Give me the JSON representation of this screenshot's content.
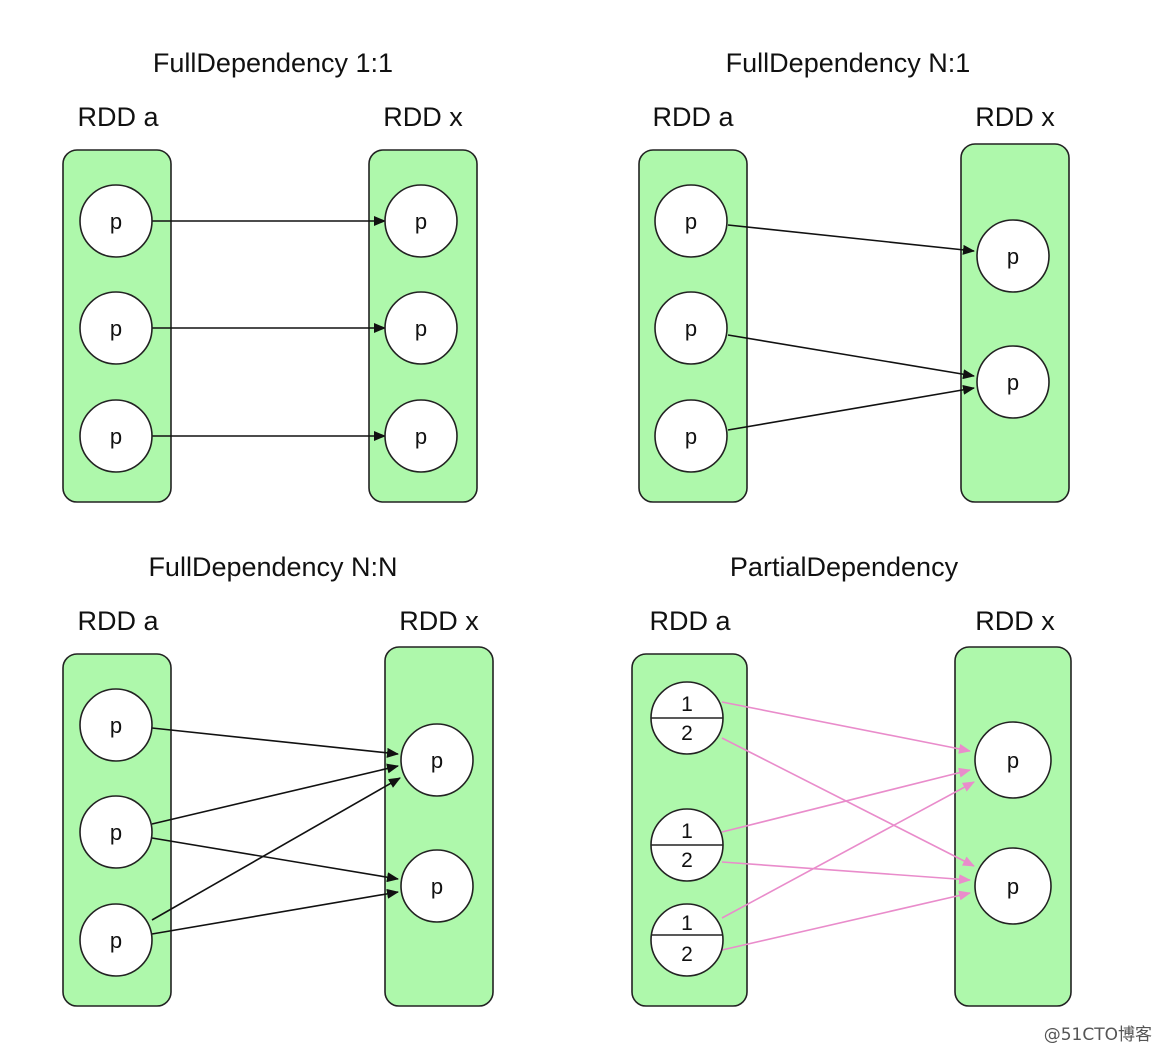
{
  "panels": [
    {
      "id": "full-1-1",
      "title": "FullDependency 1:1",
      "left_label": "RDD a",
      "right_label": "RDD x",
      "kind": "plain"
    },
    {
      "id": "full-n-1",
      "title": "FullDependency N:1",
      "left_label": "RDD a",
      "right_label": "RDD x",
      "kind": "plain"
    },
    {
      "id": "full-n-n",
      "title": "FullDependency N:N",
      "left_label": "RDD a",
      "right_label": "RDD x",
      "kind": "plain"
    },
    {
      "id": "partial",
      "title": "PartialDependency",
      "left_label": "RDD a",
      "right_label": "RDD x",
      "kind": "split"
    }
  ],
  "partition_label": "p",
  "split_top_label": "1",
  "split_bottom_label": "2",
  "colors": {
    "rdd_fill": "#aef8ab",
    "outline": "#222222",
    "edge_full": "#111111",
    "edge_partial": "#e98ccb"
  },
  "watermark": "@51CTO博客"
}
